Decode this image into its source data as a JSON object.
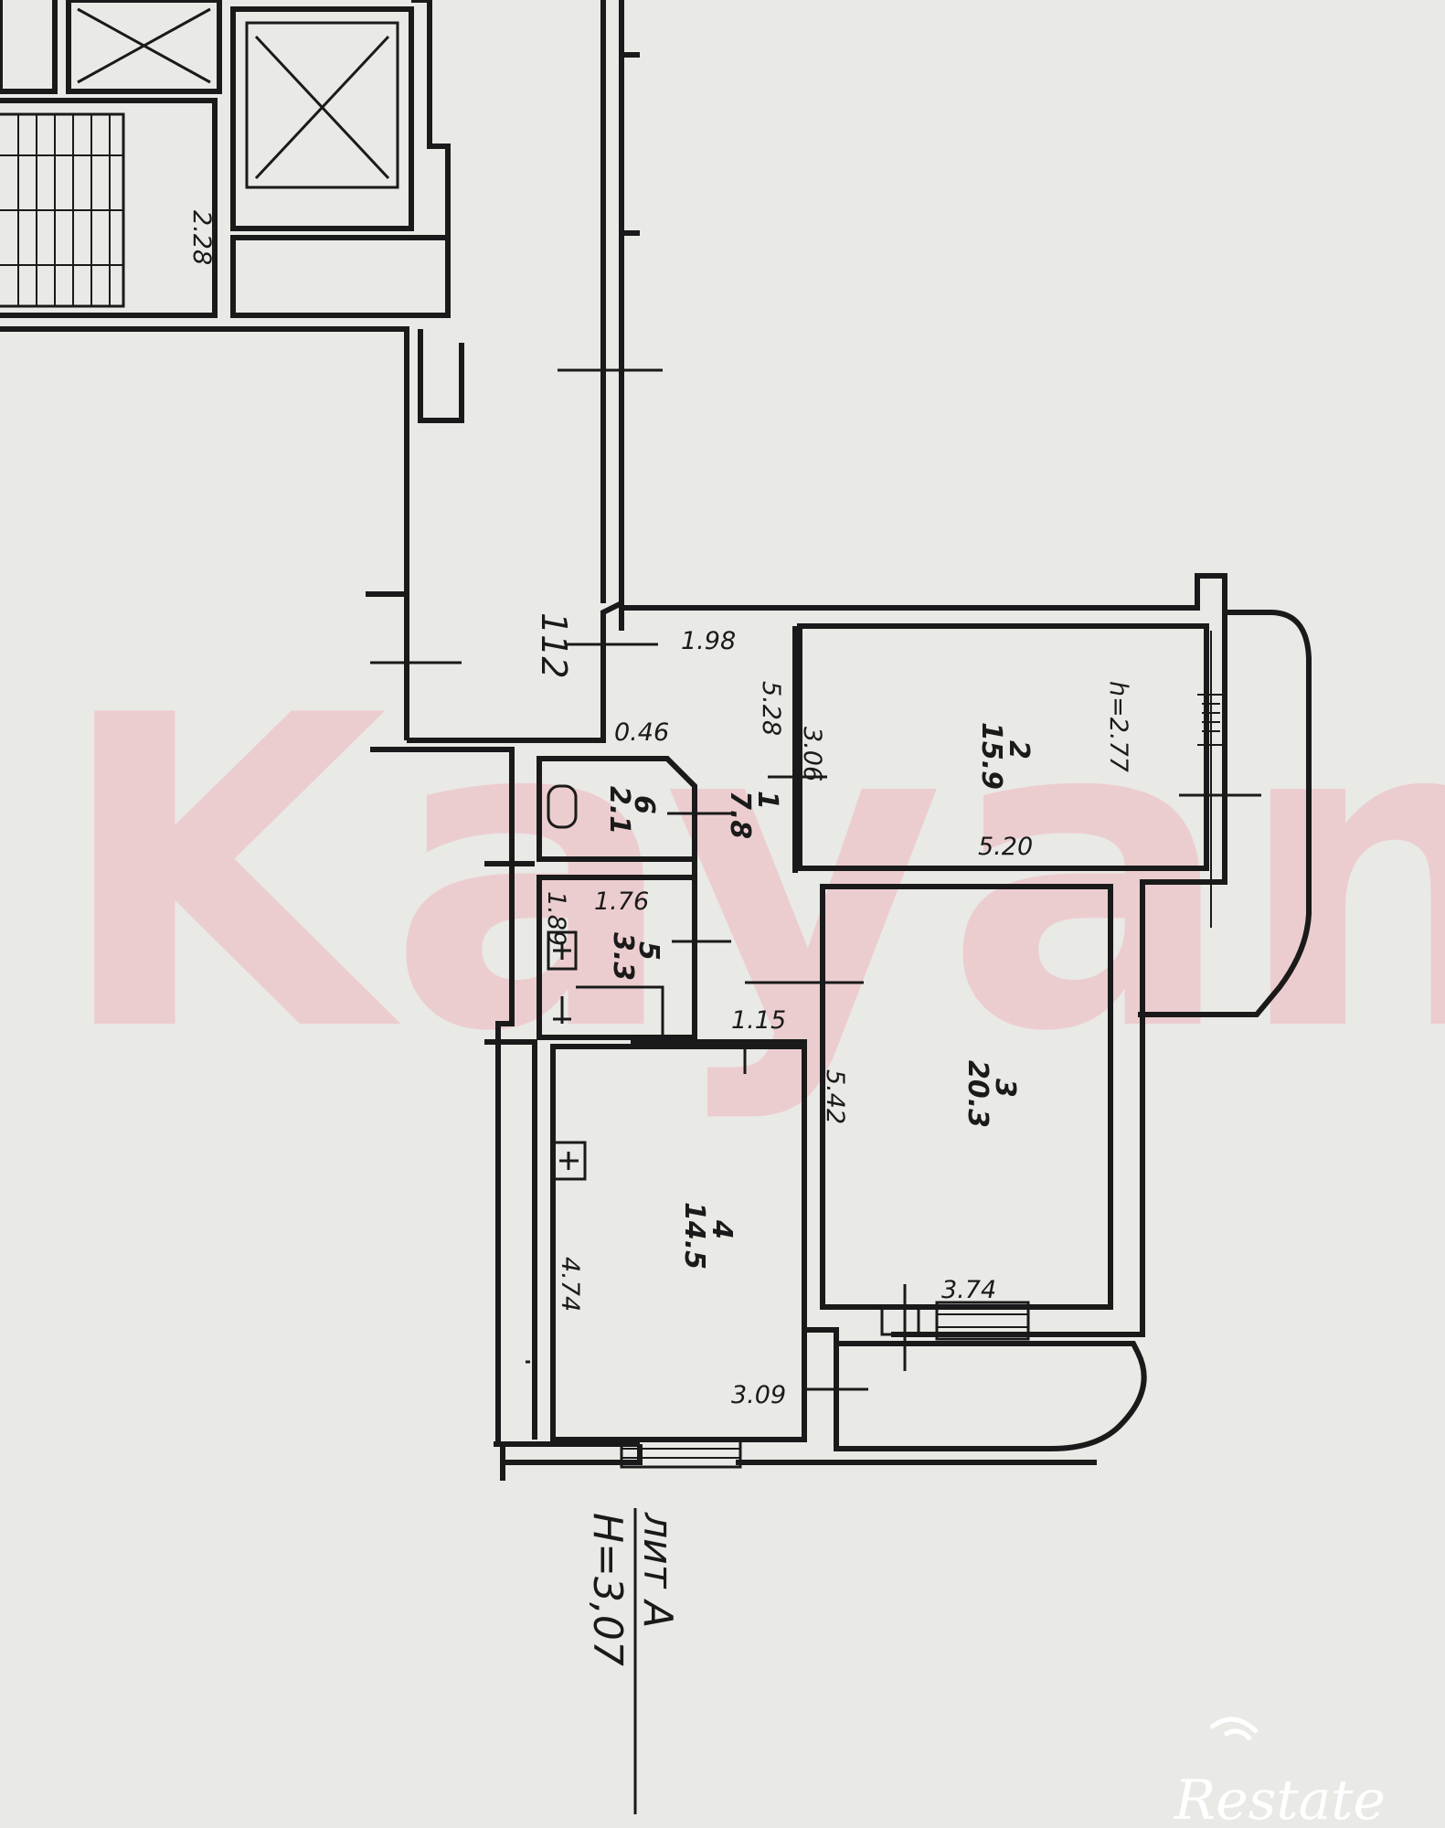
{
  "watermark": {
    "text": "Kayan",
    "color": "#f0b7bd"
  },
  "logo": {
    "text": "Restate",
    "color": "#ffffff"
  },
  "building": {
    "number": "112",
    "label": "лит А",
    "height": "Н=3,07"
  },
  "rooms": [
    {
      "number": "1",
      "area": "7.8"
    },
    {
      "number": "2",
      "area": "15.9"
    },
    {
      "number": "3",
      "area": "20.3"
    },
    {
      "number": "4",
      "area": "14.5"
    },
    {
      "number": "5",
      "area": "3.3"
    },
    {
      "number": "6",
      "area": "2.1"
    }
  ],
  "ceiling_height": "h=2.77",
  "dimensions": {
    "stair": "2.28",
    "hall_top": "1.98",
    "hall_side": "5.28",
    "corner": "0.46",
    "bedroom_side": "3.06",
    "bedroom_bottom": "5.20",
    "bath_width": "1.76",
    "bath_side": "1.89",
    "door": "1.15",
    "living_side": "5.42",
    "living_bottom": "3.74",
    "kitchen_side": "4.74",
    "kitchen_bottom": "3.09"
  }
}
